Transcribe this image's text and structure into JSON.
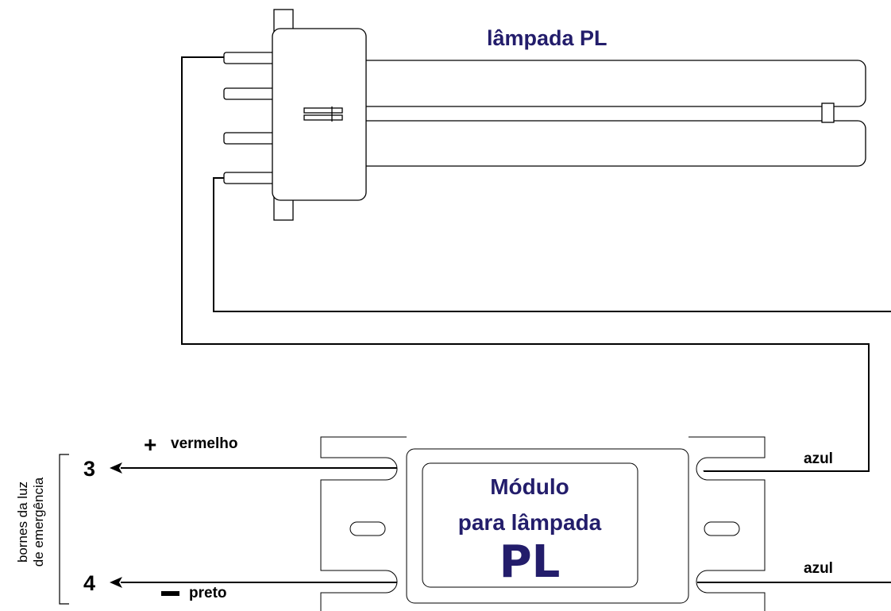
{
  "lamp": {
    "title": "lâmpada PL"
  },
  "module": {
    "line1": "Módulo",
    "line2": "para lâmpada",
    "line3": "PL"
  },
  "wires": {
    "positive_sign": "+",
    "positive_color": "vermelho",
    "negative_color": "preto",
    "blue_top": "azul",
    "blue_bottom": "azul"
  },
  "terminals": {
    "t3": "3",
    "t4": "4"
  },
  "side_label": {
    "line1": "bornes da luz",
    "line2": "de emergência"
  },
  "colors": {
    "accent": "#231d6b",
    "line": "#000000"
  }
}
